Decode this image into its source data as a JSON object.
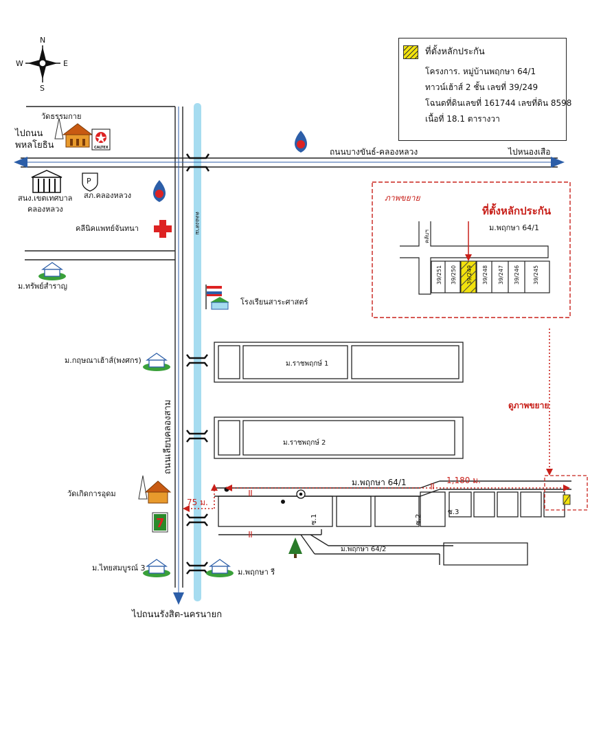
{
  "compass": {
    "n": "N",
    "s": "S",
    "e": "E",
    "w": "W"
  },
  "legend": {
    "title": "ที่ตั้งหลักประกัน",
    "lines": [
      "โครงการ. หมู่บ้านพฤกษา 64/1",
      "ทาวน์เฮ้าส์ 2 ชั้น เลขที่ 39/249",
      "โฉนดที่ดินเลขที่ 161744 เลขที่ดิน 8598",
      "เนื้อที่ 18.1 ตารางวา"
    ]
  },
  "labels": {
    "wat_thammakai": "วัดธรรมกาย",
    "to_phahon_1": "ไปถนน",
    "to_phahon_2": "พหลโยธิน",
    "road_main": "ถนนบางขันธ์-คลองหลวง",
    "to_nong_suea": "ไปหนองเสือ",
    "municipal_1": "สนง.เขตเทศบาล",
    "municipal_2": "คลองหลวง",
    "police": "สภ.คลองหลวง",
    "clinic": "คลีนิคแพทย์จันทนา",
    "canal": "คลองสาม",
    "village_sapsamran": "ม.ทรัพย์สำราญ",
    "school": "โรงเรียนสาระศาสตร์",
    "village_kritsana": "ม.กฤษณาเฮ้าส์(พงศกร)",
    "ratchaphruek_1": "ม.ราชพฤกษ์ 1",
    "ratchaphruek_2": "ม.ราชพฤกษ์ 2",
    "road_canal": "ถนนเลียบคลองสาม",
    "wat_kerd": "วัดเกิดการอุดม",
    "dist_75": "75 ม.",
    "pruksa_641": "ม.พฤกษา 64/1",
    "dist_1180": "1,180 ม.",
    "soi_1": "ซ.1",
    "soi_2": "ซ.2",
    "soi_3": "ซ.3",
    "pruksa_642": "ม.พฤกษา 64/2",
    "village_thaisomboon": "ม.ไทยสมบูรณ์ 3",
    "pruksa_r": "ม.พฤกษา รี",
    "to_rangsit": "ไปถนนรังสิต-นครนายก",
    "see_enlarged": "ดูภาพขยาย",
    "caltex": "CALTEX",
    "seven": "7",
    "parking": "P"
  },
  "inset": {
    "title": "ภาพขยาย",
    "location": "ที่ตั้งหลักประกัน",
    "village": "ม.พฤกษา 64/1",
    "club": "คลับฯ",
    "units": [
      "39/251",
      "39/250",
      "39/249",
      "39/248",
      "39/247",
      "39/246",
      "39/245"
    ]
  },
  "colors": {
    "accent_red": "#c8201a",
    "canal_blue": "#a6dcf0",
    "road_blue": "#2c5ea8",
    "highlight_yellow": "#f2e20d",
    "grass_green": "#3aa03a"
  },
  "icons": [
    "compass-icon",
    "temple-icon",
    "caltex-icon",
    "fuel-station-icon",
    "office-building-icon",
    "parking-sign-icon",
    "hospital-cross-icon",
    "house-icon",
    "school-flag-icon",
    "seven-eleven-icon",
    "tree-icon",
    "roundabout-icon"
  ]
}
